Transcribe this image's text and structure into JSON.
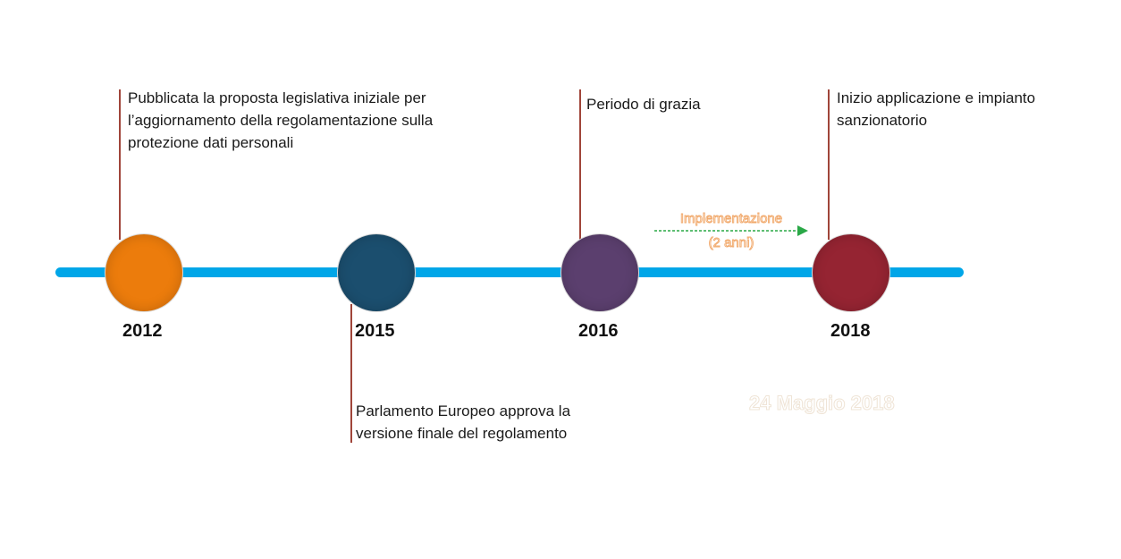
{
  "timeline": {
    "milestones": [
      {
        "year": "2012",
        "color": "#ec7c0c",
        "description": "Pubblicata la proposta legislativa iniziale per l’aggiornamento della regolamentazione sulla protezione dati personali"
      },
      {
        "year": "2015",
        "color": "#1b4e6e",
        "description": "Parlamento Europeo approva la versione finale del regolamento"
      },
      {
        "year": "2016",
        "color": "#5b3f6e",
        "description": "Periodo di grazia"
      },
      {
        "year": "2018",
        "color": "#952432",
        "description": "Inizio applicazione e impianto sanzionatorio"
      }
    ],
    "implementation": {
      "label": "Implementazione",
      "duration": "(2 anni)",
      "arrow_color": "#2aa847"
    },
    "date_note": "24 Maggio 2018",
    "axis_color": "#00a6e8",
    "connector_color": "#a0453a"
  }
}
